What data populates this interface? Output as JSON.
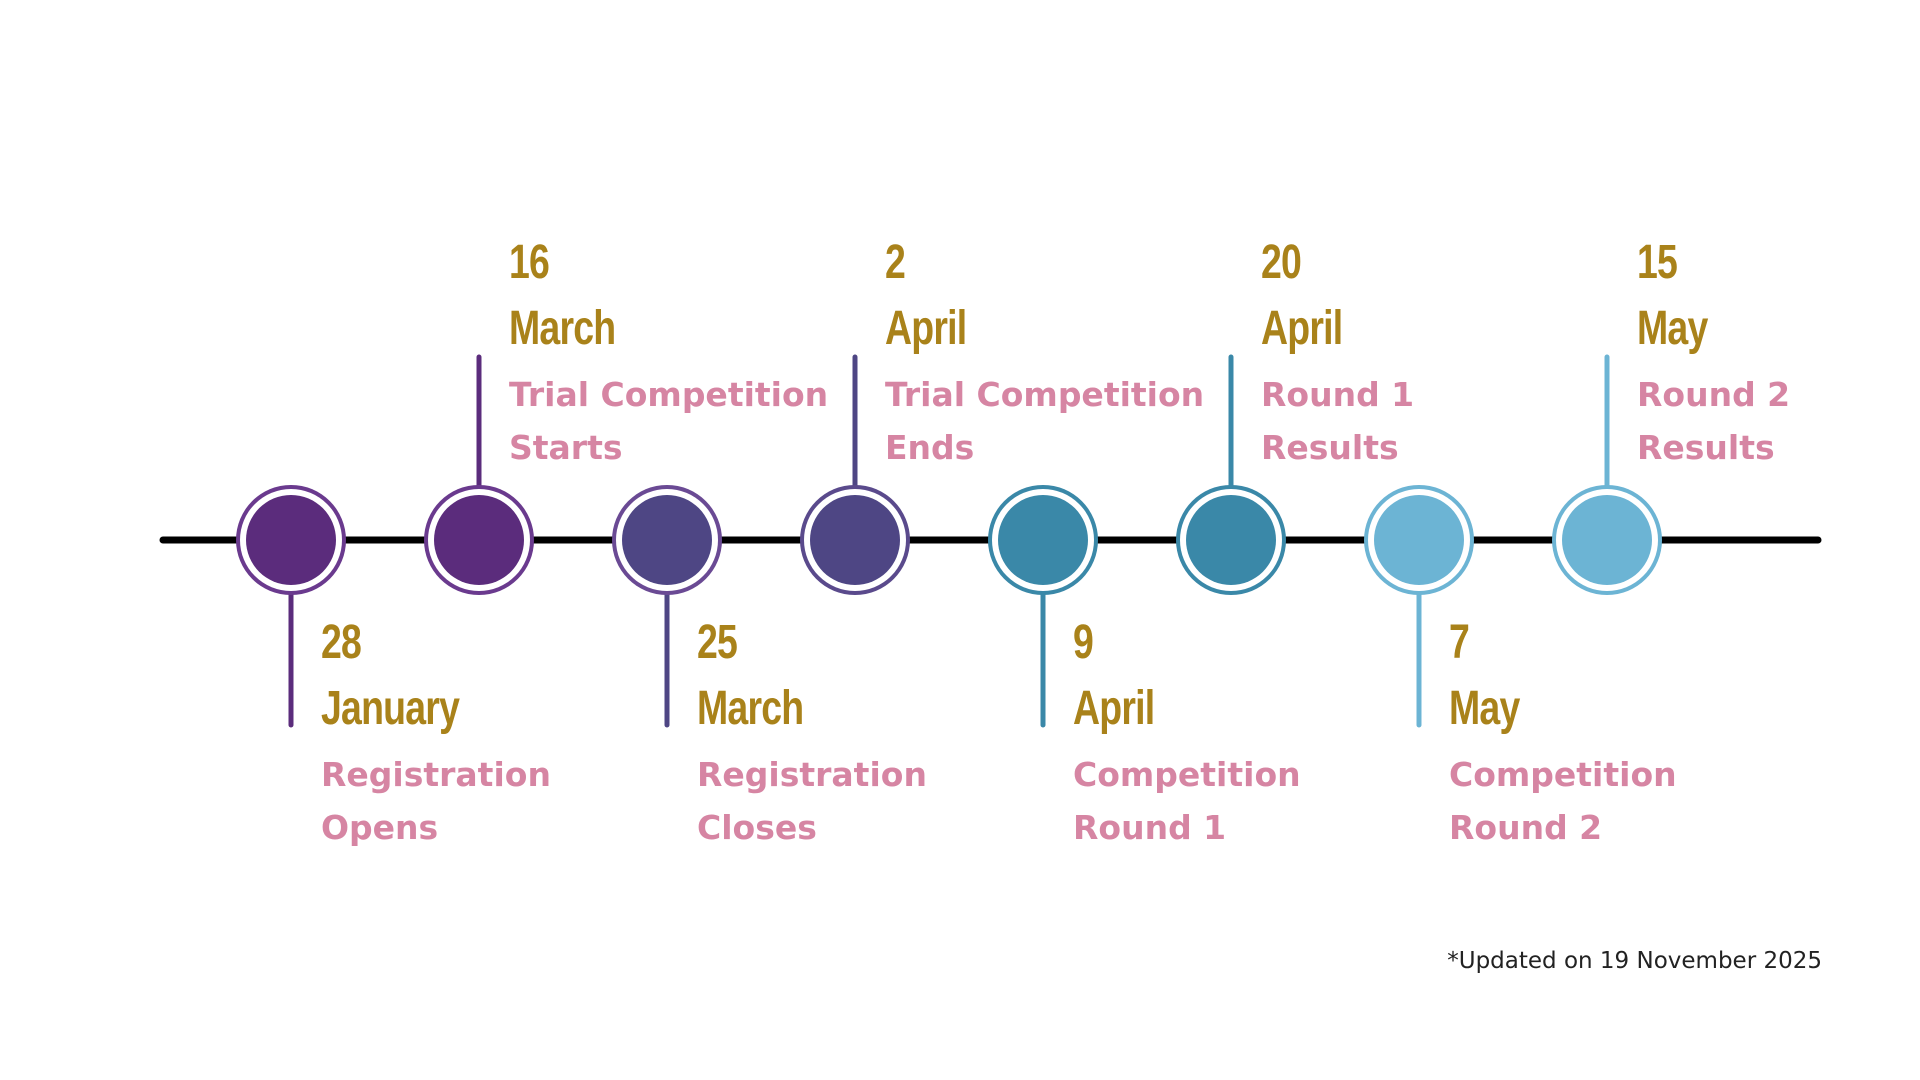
{
  "events": [
    {
      "day": "28",
      "month": "January",
      "description": "Registration\nOpens",
      "color": "#5b2c7c",
      "ring": "#6a3a8e",
      "side": "bottom"
    },
    {
      "day": "16",
      "month": "March",
      "description": "Trial Competition\nStarts",
      "color": "#5b2c7c",
      "ring": "#6a3a8e",
      "side": "top"
    },
    {
      "day": "25",
      "month": "March",
      "description": "Registration\nCloses",
      "color": "#4e4684",
      "ring": "#6a4a94",
      "side": "bottom"
    },
    {
      "day": "2",
      "month": "April",
      "description": "Trial Competition\nEnds",
      "color": "#4e4684",
      "ring": "#5a4a8c",
      "side": "top"
    },
    {
      "day": "9",
      "month": "April",
      "description": "Competition\nRound 1",
      "color": "#3a88a8",
      "ring": "#3a88a8",
      "side": "bottom"
    },
    {
      "day": "20",
      "month": "April",
      "description": "Round 1\nResults",
      "color": "#3a88a8",
      "ring": "#3a88a8",
      "side": "top"
    },
    {
      "day": "7",
      "month": "May",
      "description": "Competition\nRound 2",
      "color": "#6cb4d4",
      "ring": "#6cb4d4",
      "side": "bottom"
    },
    {
      "day": "15",
      "month": "May",
      "description": "Round 2\nResults",
      "color": "#6cb4d4",
      "ring": "#6cb4d4",
      "side": "top"
    }
  ],
  "colors": {
    "axis": "#000000",
    "date_text": "#a9821a",
    "description_text": "#d685a3"
  },
  "footnote": "*Updated on 19 November 2025"
}
